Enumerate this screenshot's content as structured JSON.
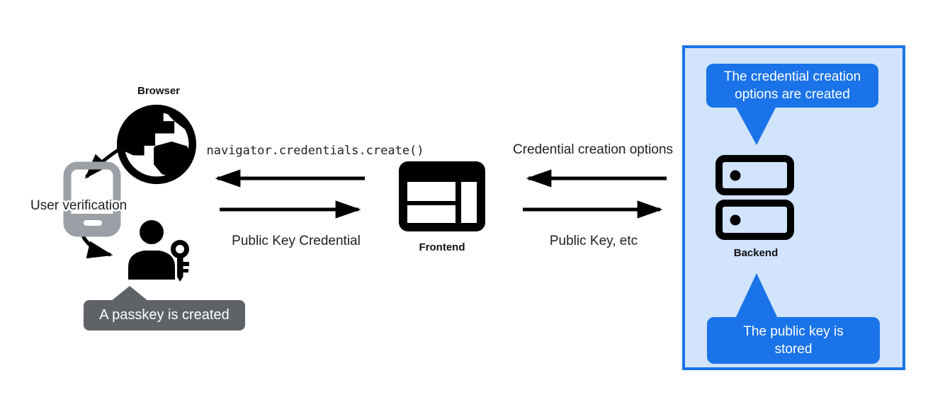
{
  "colors": {
    "accent_blue": "#1a73e8",
    "panel_fill": "#d2e3fc",
    "tooltip_gray": "#5f6368",
    "phone_gray": "#9aa0a6",
    "ink": "#000000"
  },
  "nodes": {
    "browser": {
      "label": "Browser",
      "icon": "globe-icon"
    },
    "user_verification": {
      "label": "User verification",
      "icon": "smartphone-icon"
    },
    "user": {
      "icon": "person-key-icon"
    },
    "frontend": {
      "label": "Frontend",
      "icon": "browser-window-icon"
    },
    "backend": {
      "label": "Backend",
      "icon": "server-stack-icon"
    }
  },
  "messages": {
    "to_browser": "navigator.credentials.create()",
    "from_browser": "Public Key Credential",
    "to_frontend": "Credential creation options",
    "from_frontend": "Public Key, etc"
  },
  "tooltips": {
    "passkey_created": "A passkey is created",
    "options_created": "The credential creation options are created",
    "key_stored": "The public key is stored"
  }
}
